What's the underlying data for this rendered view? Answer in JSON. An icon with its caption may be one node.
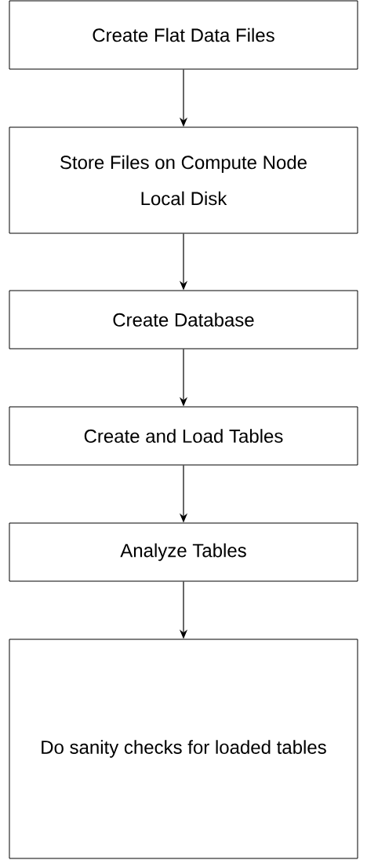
{
  "diagram": {
    "nodes": [
      {
        "text": [
          "Create Flat Data Files"
        ]
      },
      {
        "text": [
          "Store Files on Compute Node Local Disk"
        ]
      },
      {
        "text": [
          "Create Database"
        ]
      },
      {
        "text": [
          "Create and Load Tables"
        ]
      },
      {
        "text": [
          "Analyze Tables"
        ]
      },
      {
        "text": [
          "Do sanity checks for loaded tables"
        ]
      }
    ],
    "edges": [
      {
        "from": 0,
        "to": 1,
        "arrow": "to"
      },
      {
        "from": 1,
        "to": 2,
        "arrow": "to"
      },
      {
        "from": 2,
        "to": 3,
        "arrow": "to"
      },
      {
        "from": 3,
        "to": 4,
        "arrow": "to"
      },
      {
        "from": 4,
        "to": 5,
        "arrow": "to"
      }
    ]
  }
}
